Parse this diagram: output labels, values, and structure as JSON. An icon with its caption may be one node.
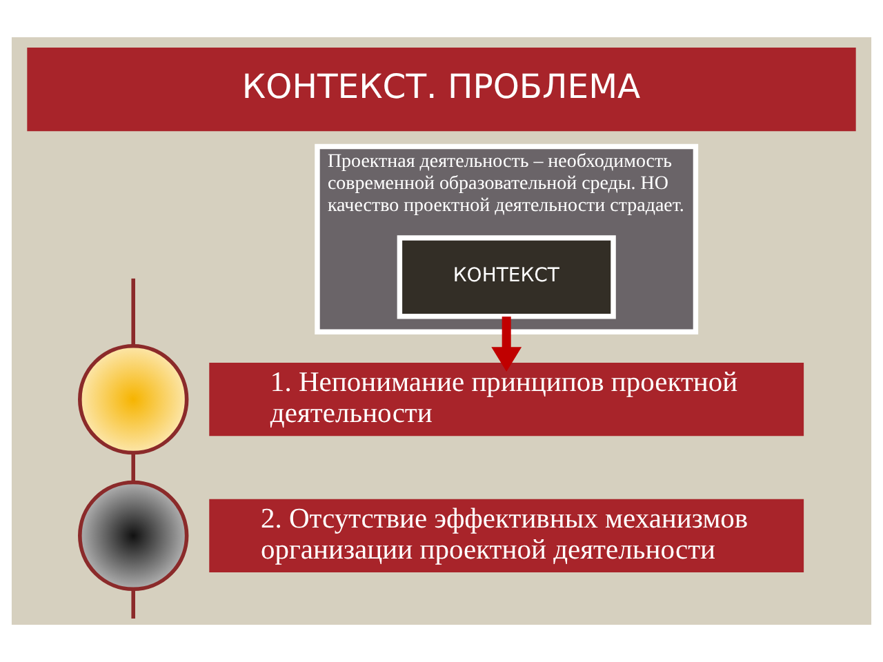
{
  "diagram": {
    "title": "КОНТЕКСТ. ПРОБЛЕМА",
    "nodes": [
      {
        "text": [
          "Проектная деятельность – необходимость современной образовательной среды. НО качество проектной деятельности страдает."
        ]
      },
      {
        "text": [
          "КОНТЕКСТ"
        ],
        "in": 0
      },
      {
        "text": [
          "1. Непонимание принципов проектной деятельности"
        ]
      },
      {
        "text": [
          "2. Отсутствие эффективных механизмов организации проектной деятельности"
        ]
      },
      {
        "text": [],
        "shape": "picture"
      },
      {
        "text": [],
        "shape": "picture"
      }
    ],
    "edges": [
      {
        "from": 1,
        "to": 2,
        "arrow": "to",
        "style": "thick",
        "color": "#c00000"
      },
      {
        "from": null,
        "to": 4,
        "arrow": "none",
        "color": "#8b2a2a"
      },
      {
        "from": 4,
        "to": 5,
        "arrow": "none",
        "color": "#8b2a2a"
      },
      {
        "from": 5,
        "to": null,
        "arrow": "none",
        "color": "#8b2a2a"
      }
    ]
  }
}
